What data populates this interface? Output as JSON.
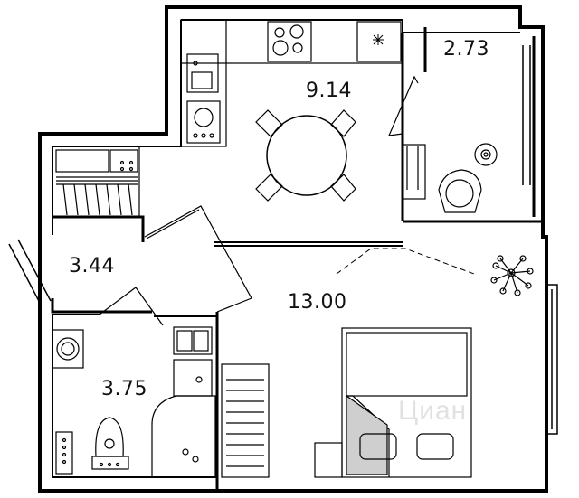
{
  "rooms": {
    "kitchen": {
      "area": "9.14"
    },
    "balcony": {
      "area": "2.73"
    },
    "hall": {
      "area": "3.44"
    },
    "bathroom": {
      "area": "3.75"
    },
    "living": {
      "area": "13.00"
    }
  },
  "watermark": "Циан",
  "colors": {
    "wall": "#000000",
    "fill": "#ffffff",
    "bed_accent": "#cfcfcf"
  }
}
